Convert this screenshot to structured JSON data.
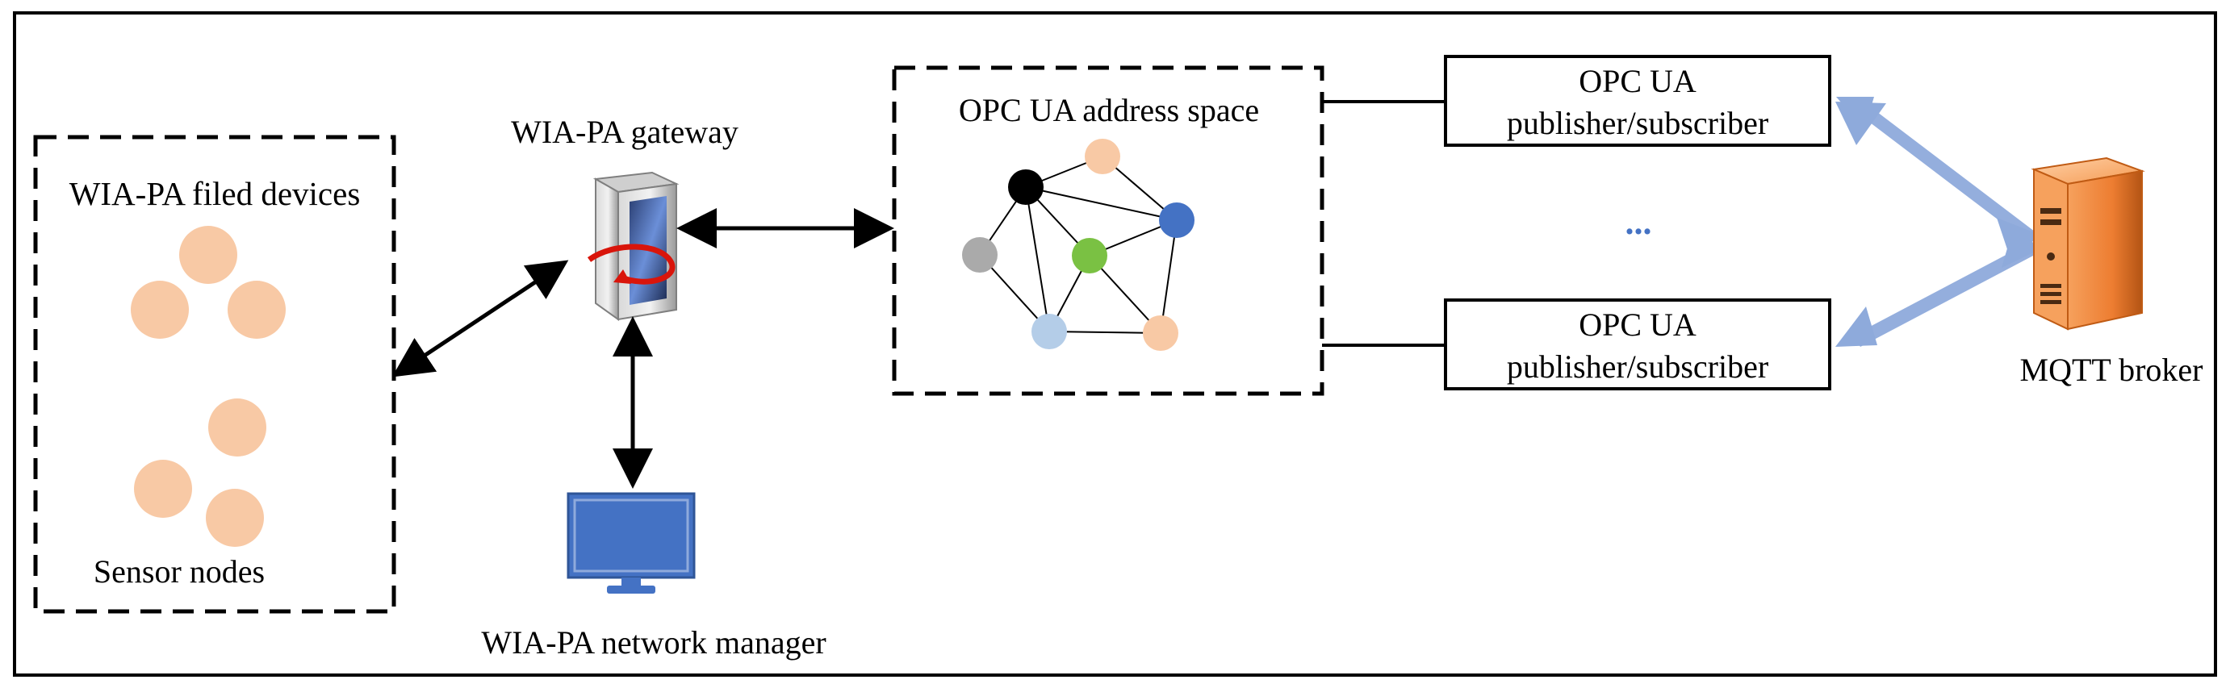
{
  "sensor_group": {
    "title": "WIA-PA filed devices",
    "caption": "Sensor nodes"
  },
  "gateway": {
    "label": "WIA-PA gateway",
    "icon": "server-gateway-icon"
  },
  "network_manager": {
    "label": "WIA-PA network manager",
    "icon": "monitor-icon"
  },
  "address_space": {
    "title": "OPC UA address space",
    "node_colors": [
      "#000000",
      "#f8c9a5",
      "#4472c4",
      "#aaaaaa",
      "#7ac143",
      "#b4cde8",
      "#f8c9a5"
    ]
  },
  "pubsub_top": {
    "line1": "OPC UA",
    "line2": "publisher/subscriber"
  },
  "pubsub_bottom": {
    "line1": "OPC UA",
    "line2": "publisher/subscriber"
  },
  "ellipsis": "...",
  "broker": {
    "label": "MQTT broker",
    "icon": "server-broker-icon"
  },
  "colors": {
    "sensor_node": "#f8c9a5",
    "monitor": "#4472c4",
    "broker_orange": "#ed7d31",
    "wide_arrow": "#8eaadb",
    "ellipsis": "#4472c4"
  }
}
